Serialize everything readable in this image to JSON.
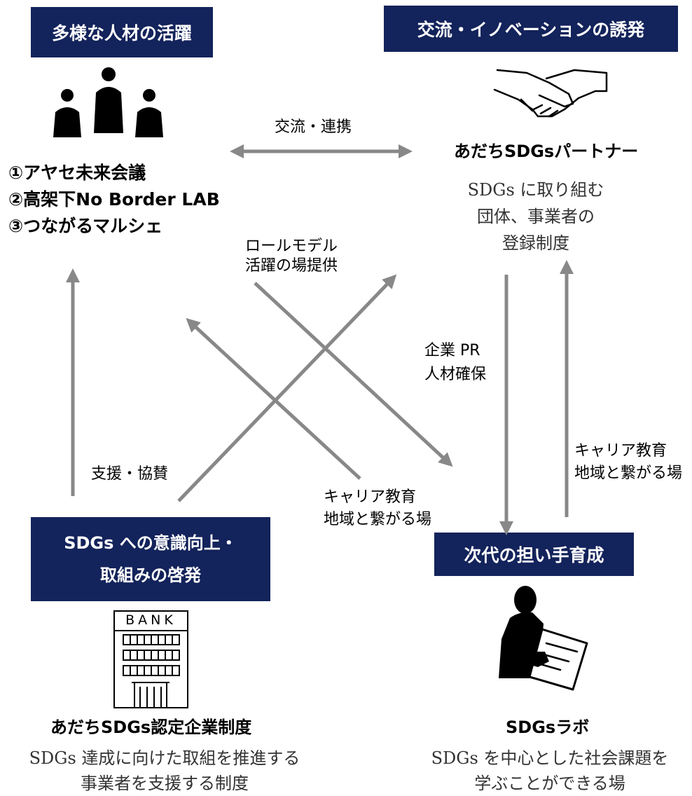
{
  "boxes": {
    "tl": "多様な人材の活躍",
    "tr": "交流・イノベーションの誘発",
    "bl_line1": "SDGs への意識向上・",
    "bl_line2": "取組みの啓発",
    "br": "次代の担い手育成"
  },
  "top_left": {
    "items": [
      "①アヤセ未来会議",
      "②高架下No Border LAB",
      "③つながるマルシェ"
    ]
  },
  "top_right": {
    "title": "あだちSDGsパートナー",
    "desc": [
      "SDGs に取り組む",
      "団体、事業者の",
      "登録制度"
    ]
  },
  "bottom_left": {
    "title": "あだちSDGs認定企業制度",
    "desc": [
      "SDGs 達成に向けた取組を推進する",
      "事業者を支援する制度"
    ],
    "bank_sign": "BANK"
  },
  "bottom_right": {
    "title": "SDGsラボ",
    "desc": [
      "SDGs を中心とした社会課題を",
      "学ぶことができる場"
    ]
  },
  "arrow_labels": {
    "exchange": "交流・連携",
    "role_model": [
      "ロールモデル",
      "活躍の場提供"
    ],
    "pr": [
      "企業 PR",
      "人材確保"
    ],
    "career_right": [
      "キャリア教育",
      "地域と繋がる場"
    ],
    "support": "支援・協賛",
    "career_center": [
      "キャリア教育",
      "地域と繋がる場"
    ]
  }
}
